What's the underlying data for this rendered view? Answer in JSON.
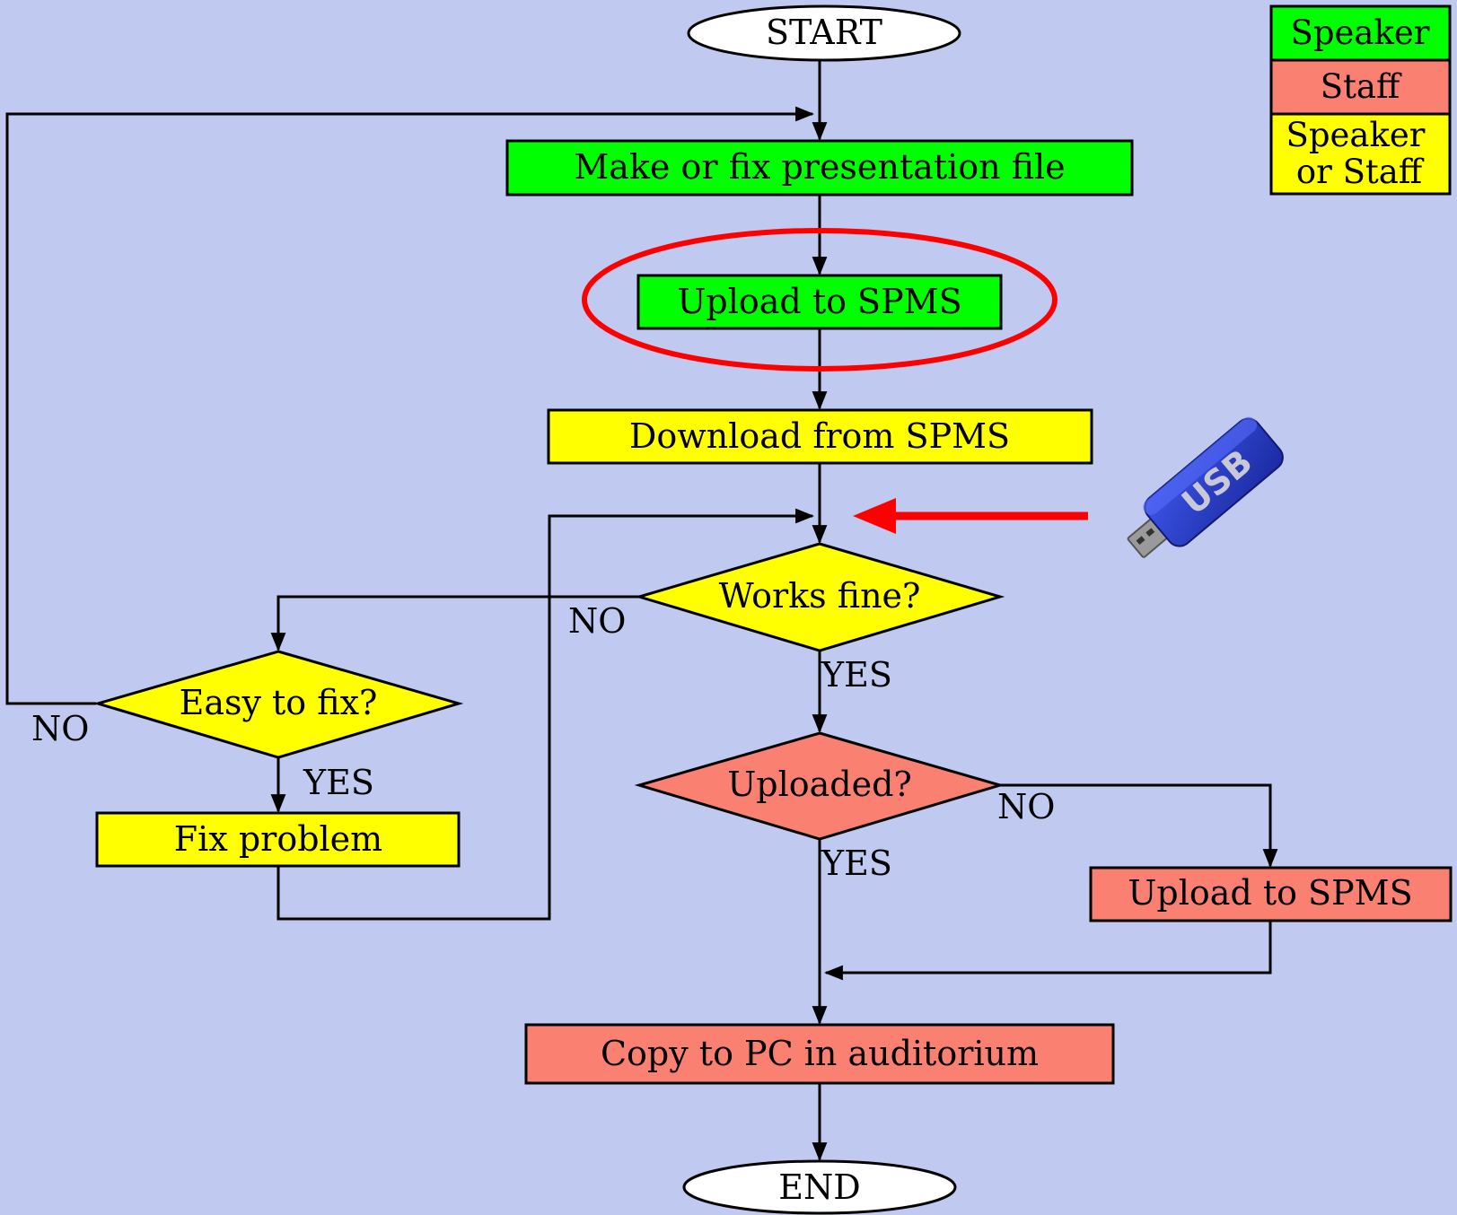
{
  "colors": {
    "background": "#c0c9ef",
    "speaker": "#00ff00",
    "staff": "#fa8072",
    "speaker_or_staff": "#ffff00",
    "highlight": "#ff0000",
    "usb_body": "#2a3fd0",
    "usb_text": "#c8c8d8"
  },
  "nodes": {
    "start": "START",
    "make_fix": "Make or fix presentation file",
    "upload_speaker": "Upload to SPMS",
    "download": "Download from SPMS",
    "works_fine": "Works fine?",
    "easy_fix": "Easy to fix?",
    "fix_problem": "Fix problem",
    "uploaded": "Uploaded?",
    "upload_staff": "Upload to SPMS",
    "copy_pc": "Copy to PC in auditorium",
    "end": "END"
  },
  "edge_labels": {
    "works_no": "NO",
    "works_yes": "YES",
    "easy_no": "NO",
    "easy_yes": "YES",
    "uploaded_no": "NO",
    "uploaded_yes": "YES"
  },
  "legend": {
    "speaker": "Speaker",
    "staff": "Staff",
    "speaker_or_staff_line1": "Speaker",
    "speaker_or_staff_line2": "or Staff"
  },
  "usb_icon": {
    "icon": "usb-drive-icon",
    "text": "USB"
  }
}
